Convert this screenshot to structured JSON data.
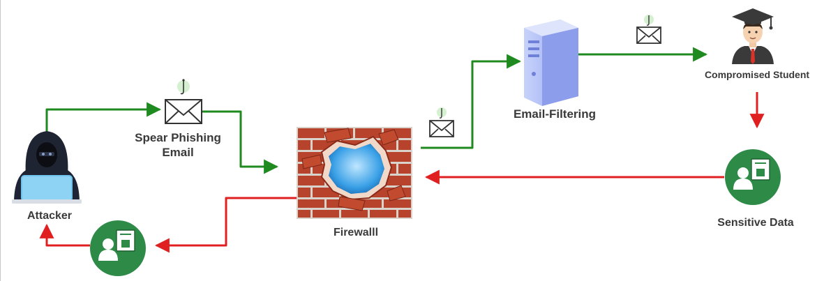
{
  "diagram": {
    "nodes": {
      "attacker": {
        "label": "Attacker",
        "icon": "hooded-hacker-icon"
      },
      "spear_phishing": {
        "label_line1": "Spear Phishing",
        "label_line2": "Email",
        "icon": "phishing-email-icon"
      },
      "firewall": {
        "label": "Firewalll",
        "icon": "broken-brick-wall-icon"
      },
      "email_filtering": {
        "label": "Email-Filtering",
        "icon": "server-tower-icon"
      },
      "compromised_student": {
        "label": "Compromised Student",
        "icon": "graduate-student-icon"
      },
      "sensitive_data": {
        "label": "Sensitive Data",
        "icon": "sensitive-data-icon"
      },
      "exfiltrated_data": {
        "icon": "sensitive-data-icon"
      }
    },
    "colors": {
      "inbound_flow": "#1f8a1f",
      "outbound_flow": "#e02020",
      "data_badge": "#2e8b47",
      "brick": "#b8432c",
      "mortar": "#d9d3cc",
      "server": "#a9b8f2",
      "label": "#3a3a3a"
    }
  }
}
